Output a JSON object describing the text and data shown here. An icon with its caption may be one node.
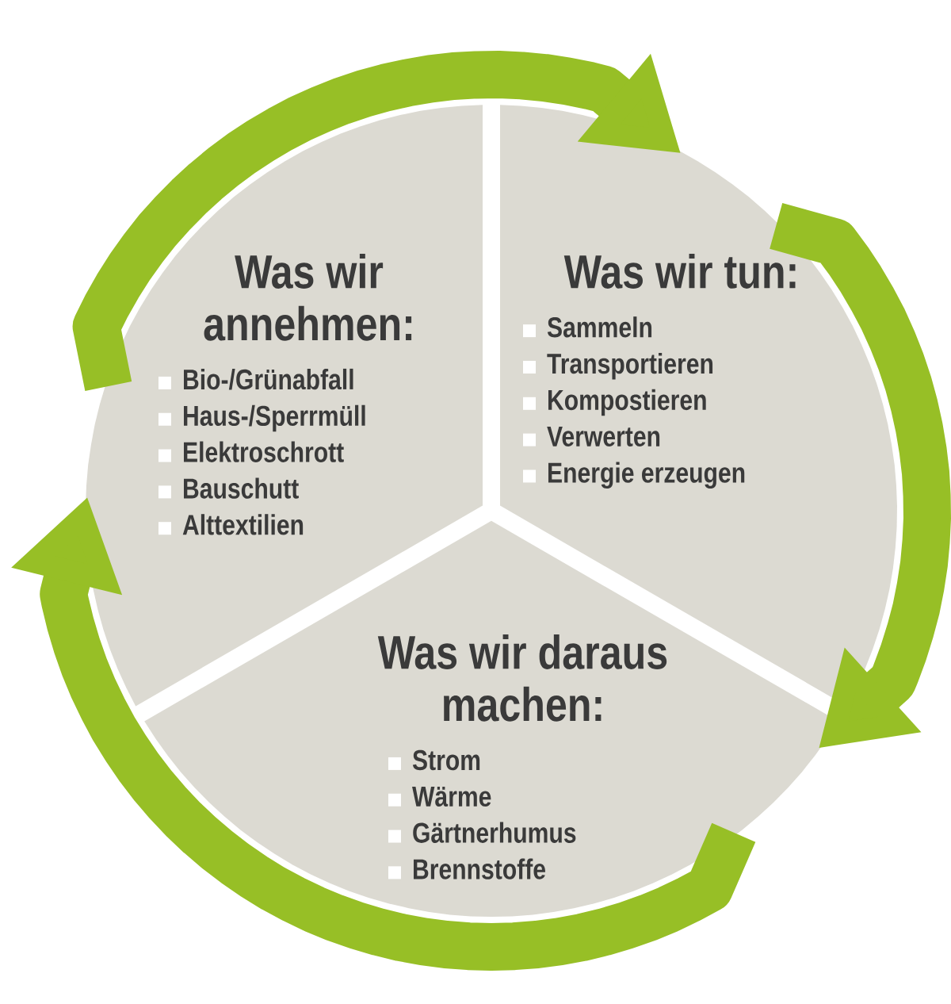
{
  "diagram": {
    "nodes": [
      {
        "text": [
          "Was wir annehmen:",
          "Bio-/Grünabfall",
          "Haus-/Sperrmüll",
          "Elektroschrott",
          "Bauschutt",
          "Alttextilien"
        ]
      },
      {
        "text": [
          "Was wir tun:",
          "Sammeln",
          "Transportieren",
          "Kompostieren",
          "Verwerten",
          "Energie erzeugen"
        ]
      },
      {
        "text": [
          "Was wir daraus machen:",
          "Strom",
          "Wärme",
          "Gärtnerhumus",
          "Brennstoffe"
        ]
      }
    ],
    "edges": [
      {
        "from": 0,
        "to": 1,
        "arrow": "to"
      },
      {
        "from": 1,
        "to": 2,
        "arrow": "to"
      },
      {
        "from": 2,
        "to": 0,
        "arrow": "to"
      }
    ]
  }
}
